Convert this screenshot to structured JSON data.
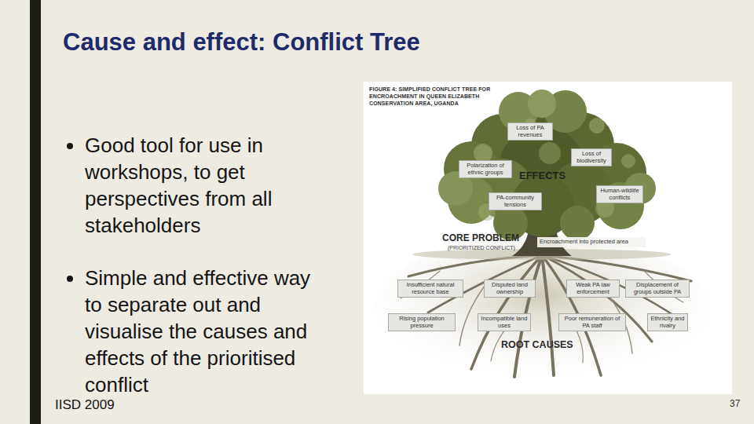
{
  "diagram": {
    "title": "Cause and effect: Conflict Tree",
    "caption": "FIGURE 4: SIMPLIFIED CONFLICT TREE FOR ENCROACHMENT IN QUEEN ELIZABETH CONSERVATION AREA, UGANDA",
    "nodes": [
      {
        "text": [
          "Loss of PA revenues"
        ]
      },
      {
        "text": [
          "Loss of biodiversity"
        ]
      },
      {
        "text": [
          "Polarization of ethnic groups"
        ]
      },
      {
        "text": [
          "Human-wildlife conflicts"
        ]
      },
      {
        "text": [
          "PA-community tensions"
        ]
      },
      {
        "text": [
          "Encroachment into protected area"
        ]
      },
      {
        "text": [
          "Insufficient natural resource base"
        ]
      },
      {
        "text": [
          "Disputed land ownership"
        ]
      },
      {
        "text": [
          "Weak PA law enforcement"
        ]
      },
      {
        "text": [
          "Displacement of groups outside PA"
        ]
      },
      {
        "text": [
          "Rising population pressure"
        ]
      },
      {
        "text": [
          "Incompatible land uses"
        ]
      },
      {
        "text": [
          "Poor remuneration of PA staff"
        ]
      },
      {
        "text": [
          "Ethnicity and rivalry"
        ]
      }
    ],
    "labels": [
      "Good tool for use in workshops, to get perspectives from all stakeholders",
      "Simple and effective way to separate out and visualise the causes and effects of the prioritised conflict",
      "EFFECTS",
      "CORE PROBLEM",
      "(PRIORITIZED CONFLICT)",
      "ROOT CAUSES",
      "IISD 2009",
      "37"
    ]
  }
}
